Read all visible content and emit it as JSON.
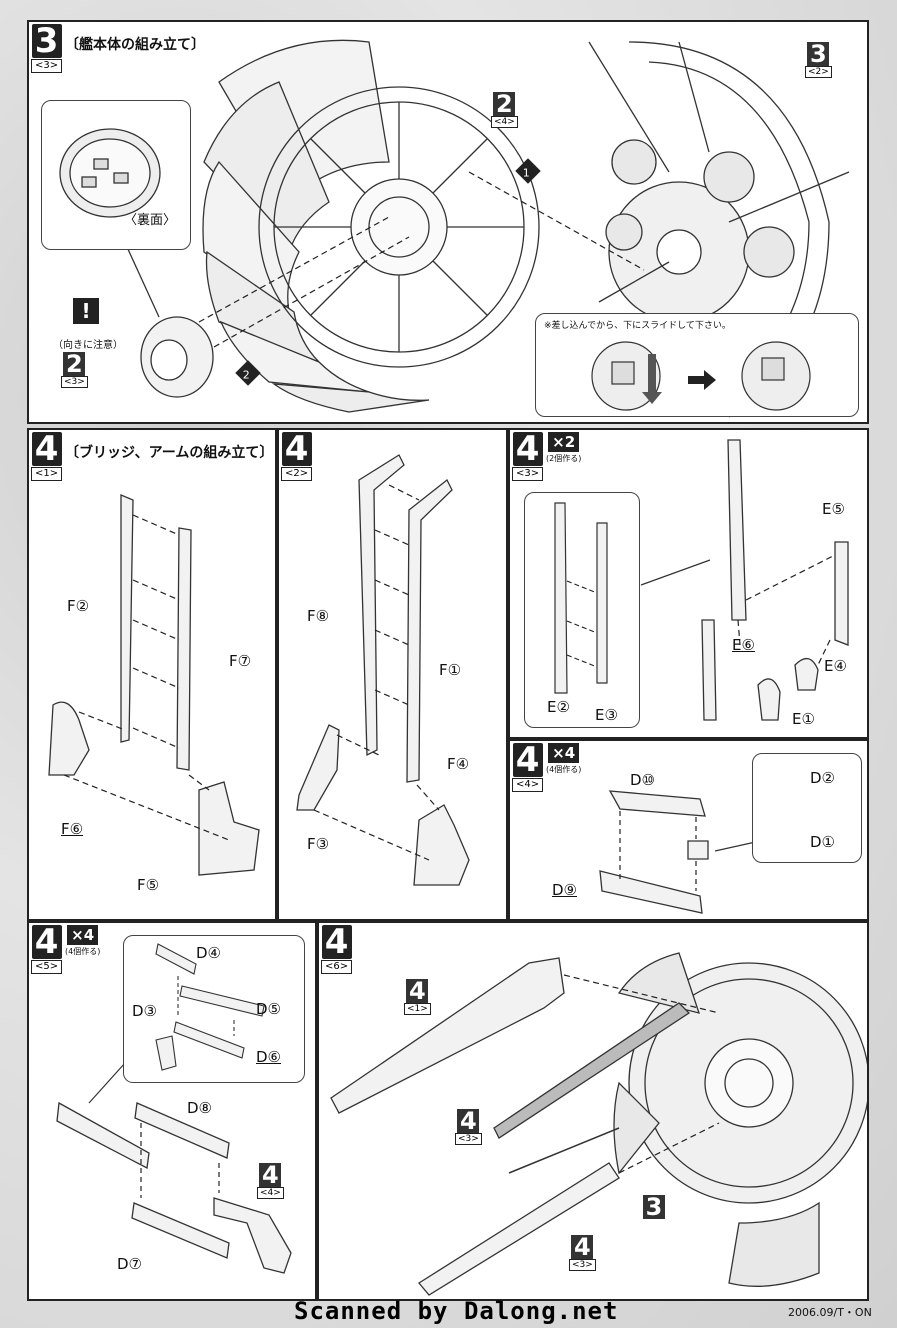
{
  "step3": {
    "num": "3",
    "sub": "<3>",
    "title": "〔艦本体の組み立て〕",
    "inset_label": "〈裏面〉",
    "caution": "（向きに注意）",
    "ref_a_num": "2",
    "ref_a_sub": "<4>",
    "ref_b_num": "2",
    "ref_b_sub": "<3>",
    "ref_c_num": "3",
    "ref_c_sub": "<2>",
    "marker1": "1",
    "marker2": "2",
    "note": "※差し込んでから、下にスライドして下さい。"
  },
  "step4_1": {
    "num": "4",
    "sub": "<1>",
    "title": "〔ブリッジ、アームの組み立て〕",
    "labels": [
      "F②",
      "F⑦",
      "F⑥",
      "F⑤"
    ]
  },
  "step4_2": {
    "num": "4",
    "sub": "<2>",
    "labels": [
      "F⑧",
      "F①",
      "F④",
      "F③"
    ]
  },
  "step4_3": {
    "num": "4",
    "sub": "<3>",
    "mult": "×2",
    "mult_note": "(2個作る)",
    "labels": [
      "E⑤",
      "E⑥",
      "E④",
      "E②",
      "E③",
      "E①"
    ]
  },
  "step4_4": {
    "num": "4",
    "sub": "<4>",
    "mult": "×4",
    "mult_note": "(4個作る)",
    "labels": [
      "D⑩",
      "D②",
      "D①",
      "D⑨"
    ]
  },
  "step4_5": {
    "num": "4",
    "sub": "<5>",
    "mult": "×4",
    "mult_note": "(4個作る)",
    "labels": [
      "D④",
      "D③",
      "D⑤",
      "D⑥",
      "D⑧",
      "D⑦"
    ],
    "ref_num": "4",
    "ref_sub": "<4>"
  },
  "step4_6": {
    "num": "4",
    "sub": "<6>",
    "ref1_num": "4",
    "ref1_sub": "<1>",
    "ref2_num": "4",
    "ref2_sub": "<3>",
    "ref3_num": "4",
    "ref3_sub": "<3>",
    "ref4_num": "3"
  },
  "footer": {
    "scanned": "Scanned by Dalong.net",
    "code": "2006.09/T・ON"
  }
}
